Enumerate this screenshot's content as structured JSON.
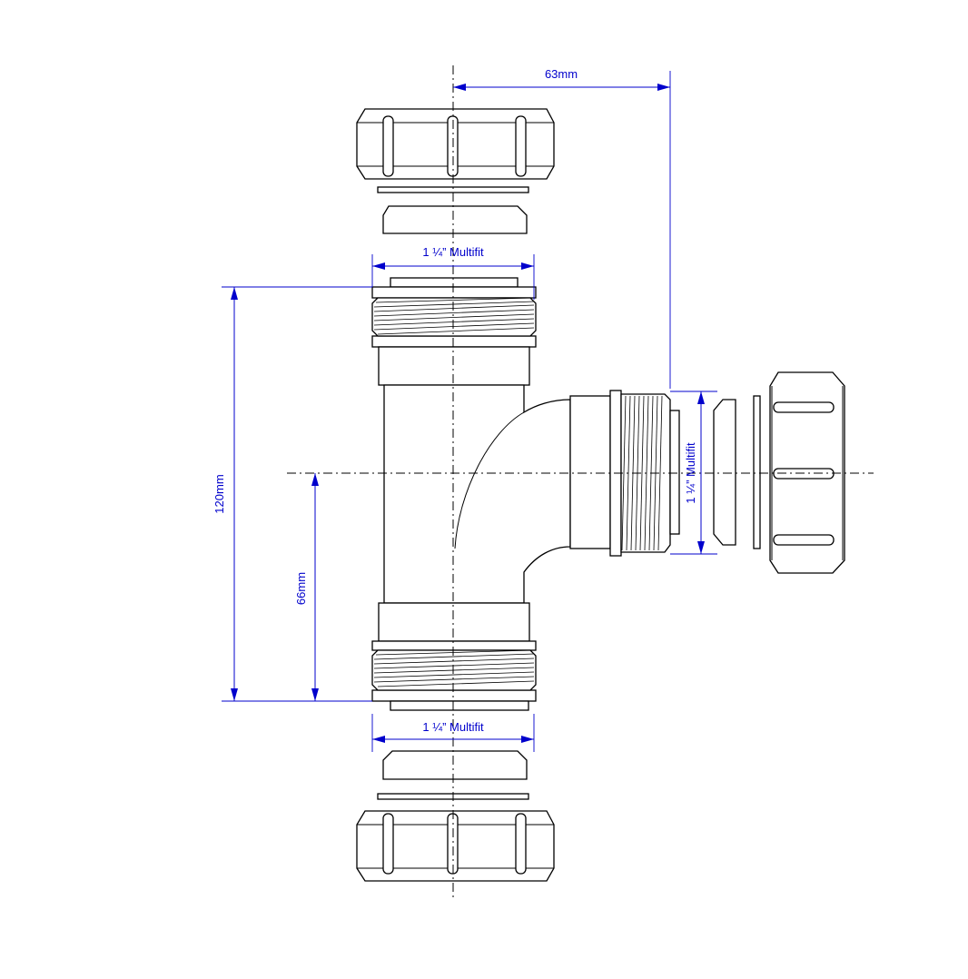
{
  "dimensions": {
    "offset_63": "63mm",
    "height_120": "120mm",
    "height_66": "66mm",
    "top_size": "1 ¼” Multifit",
    "bottom_size": "1 ¼” Multifit",
    "side_size": "1 ¼” Multifit"
  },
  "colors": {
    "dimension": "#0000cc",
    "outline": "#000000",
    "background": "#ffffff"
  }
}
